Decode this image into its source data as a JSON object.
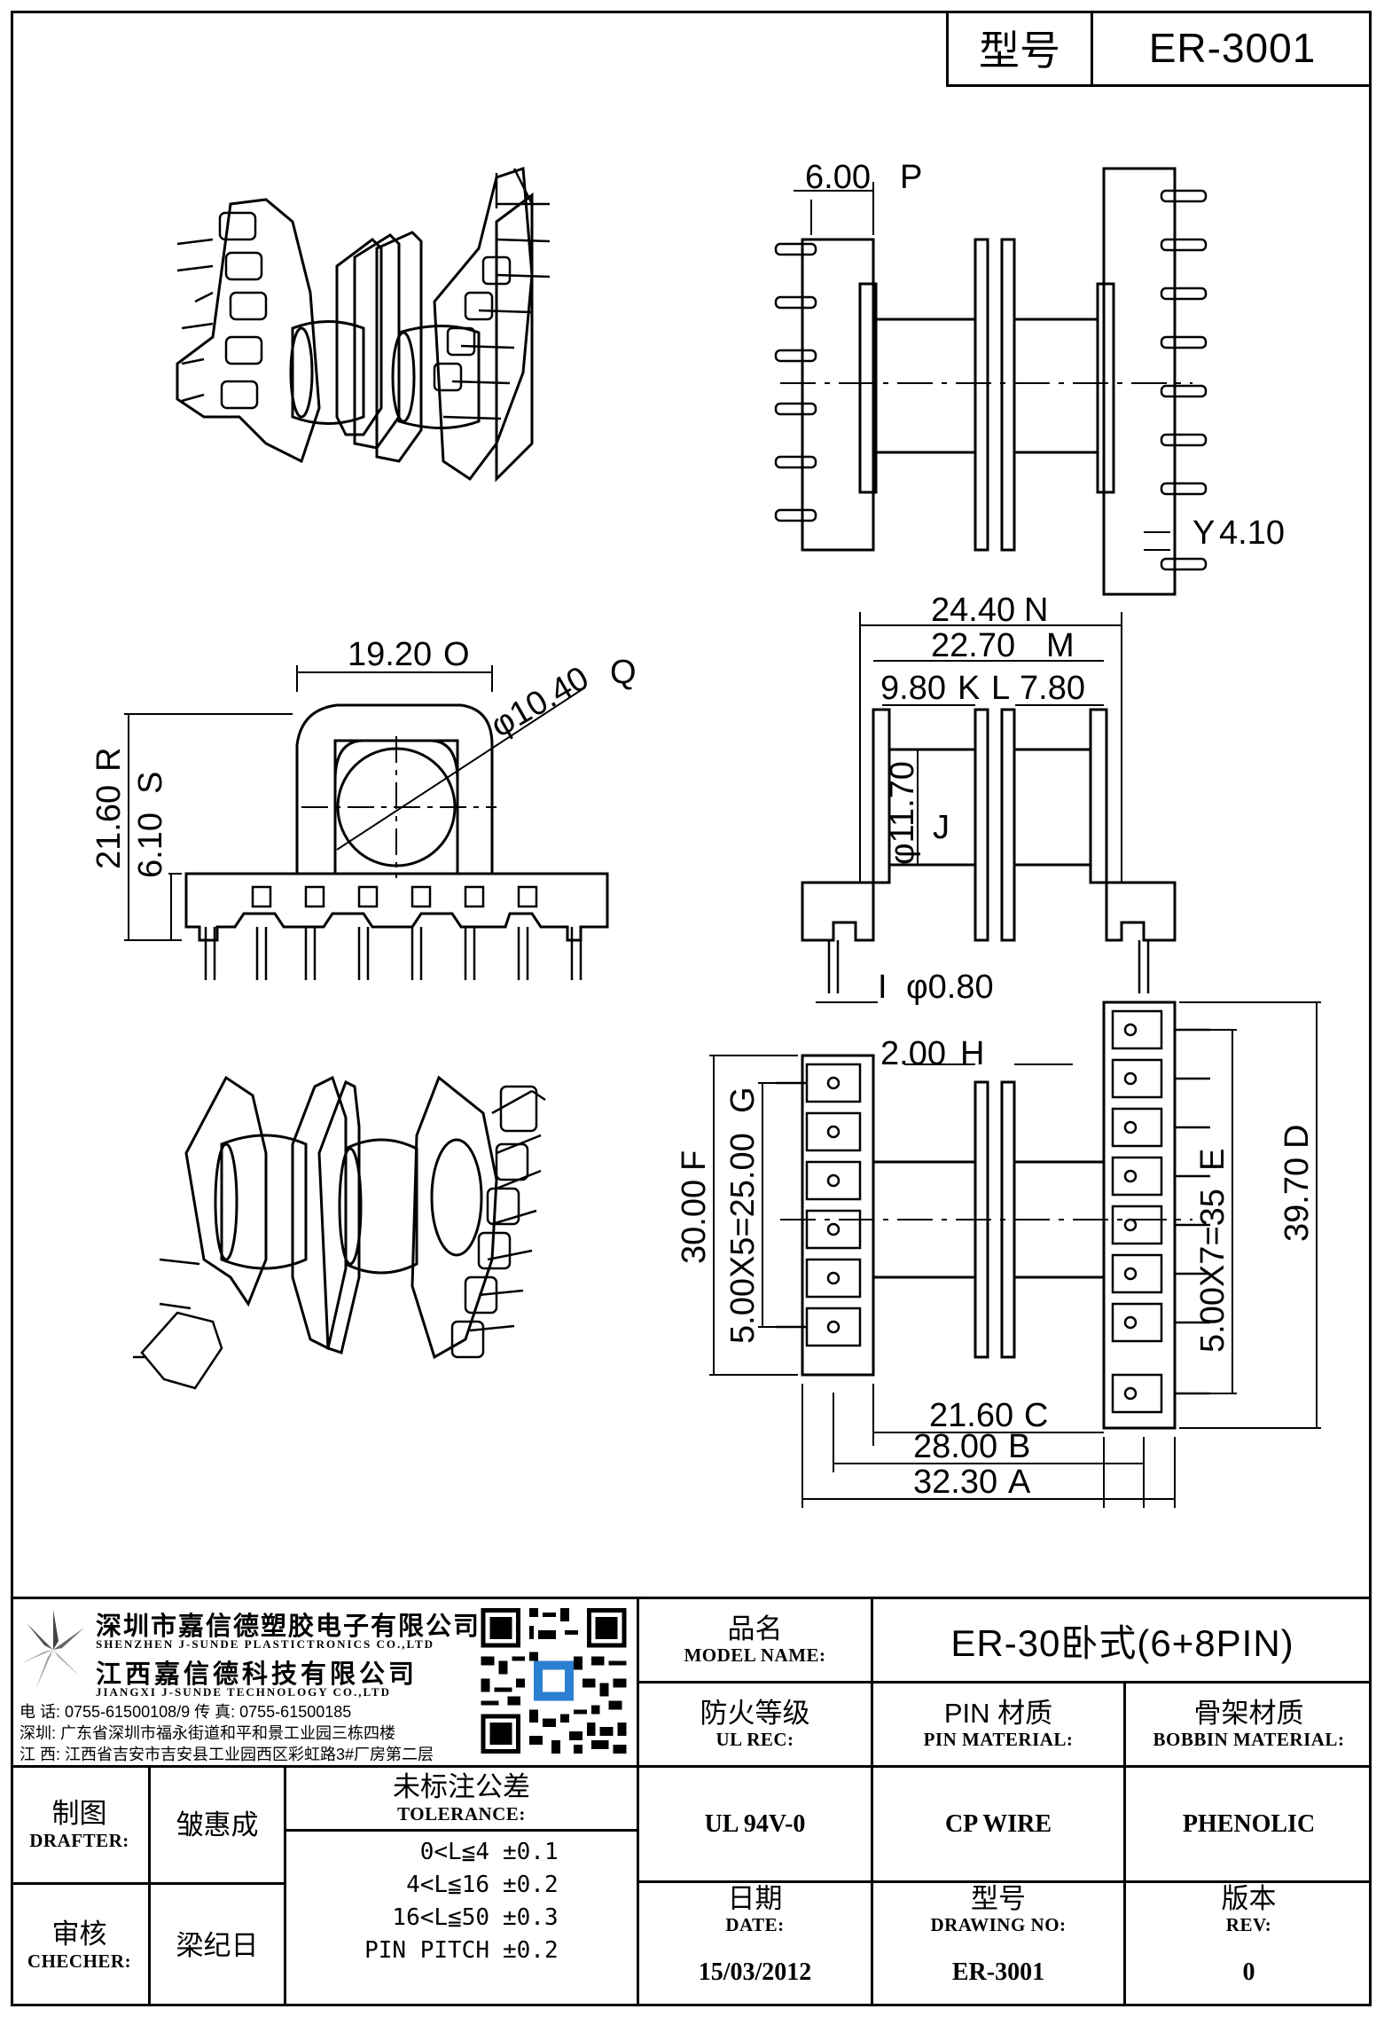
{
  "header": {
    "model_label": "型号",
    "model_value": "ER-3001"
  },
  "dimensions": {
    "d1": "6.00",
    "t1": "P",
    "d2": "4.10",
    "t2": "Y",
    "d3": "19.20",
    "t3": "O",
    "d4": "φ10.40",
    "t4": "Q",
    "d5": "21.60",
    "t5": "R",
    "d6": "6.10",
    "t6": "S",
    "d7": "24.40",
    "t7": "N",
    "d8": "22.70",
    "t8": "M",
    "d9": "9.80",
    "t9": "K",
    "d10": "7.80",
    "t10": "L",
    "d11": "φ11.70",
    "t11": "J",
    "d12": "φ0.80",
    "t12": "I",
    "d13": "2.00",
    "t13": "H",
    "d14": "30.00",
    "t14": "F",
    "d15": "5.00X5=25.00",
    "t15": "G",
    "d16": "5.00X7=35",
    "t16": "E",
    "d17": "39.70",
    "t17": "D",
    "d18": "21.60",
    "t18": "C",
    "d19": "28.00",
    "t19": "B",
    "d20": "32.30",
    "t20": "A"
  },
  "company": {
    "name_cn_1": "深圳市嘉信德塑胶电子有限公司",
    "name_en_1": "SHENZHEN J-SUNDE PLASTICTRONICS CO.,LTD",
    "name_cn_2": "江西嘉信德科技有限公司",
    "name_en_2": "JIANGXI J-SUNDE TECHNOLOGY CO.,LTD",
    "contact": "电 话:  0755-61500108/9        传 真:  0755-61500185",
    "addr_sz": "深圳:  广东省深圳市福永街道和平和景工业园三栋四楼",
    "addr_jx": "江 西:  江西省吉安市吉安县工业园西区彩虹路3#厂房第二层"
  },
  "title_block": {
    "model_name_cn": "品名",
    "model_name_en": "MODEL NAME:",
    "model_name_value": "ER-30卧式(6+8PIN)",
    "ul_cn": "防火等级",
    "ul_en": "UL REC:",
    "ul_value": "UL 94V-0",
    "pin_cn": "PIN 材质",
    "pin_en": "PIN MATERIAL:",
    "pin_value": "CP WIRE",
    "bobbin_cn": "骨架材质",
    "bobbin_en": "BOBBIN MATERIAL:",
    "bobbin_value": "PHENOLIC",
    "drafter_cn": "制图",
    "drafter_en": "DRAFTER:",
    "drafter_value": "皱惠成",
    "checker_cn": "审核",
    "checker_en": "CHECHER:",
    "checker_value": "梁纪日",
    "tol_cn": "未标注公差",
    "tol_en": "TOLERANCE:",
    "tol_rows": [
      {
        "range": "0<L≦4",
        "value": "±0.1"
      },
      {
        "range": "4<L≦16",
        "value": "±0.2"
      },
      {
        "range": "16<L≦50",
        "value": "±0.3"
      },
      {
        "range": "PIN PITCH",
        "value": "±0.2"
      }
    ],
    "date_cn": "日期",
    "date_en": "DATE:",
    "date_value": "15/03/2012",
    "dwg_cn": "型号",
    "dwg_en": "DRAWING NO:",
    "dwg_value": "ER-3001",
    "rev_cn": "版本",
    "rev_en": "REV:",
    "rev_value": "0"
  }
}
